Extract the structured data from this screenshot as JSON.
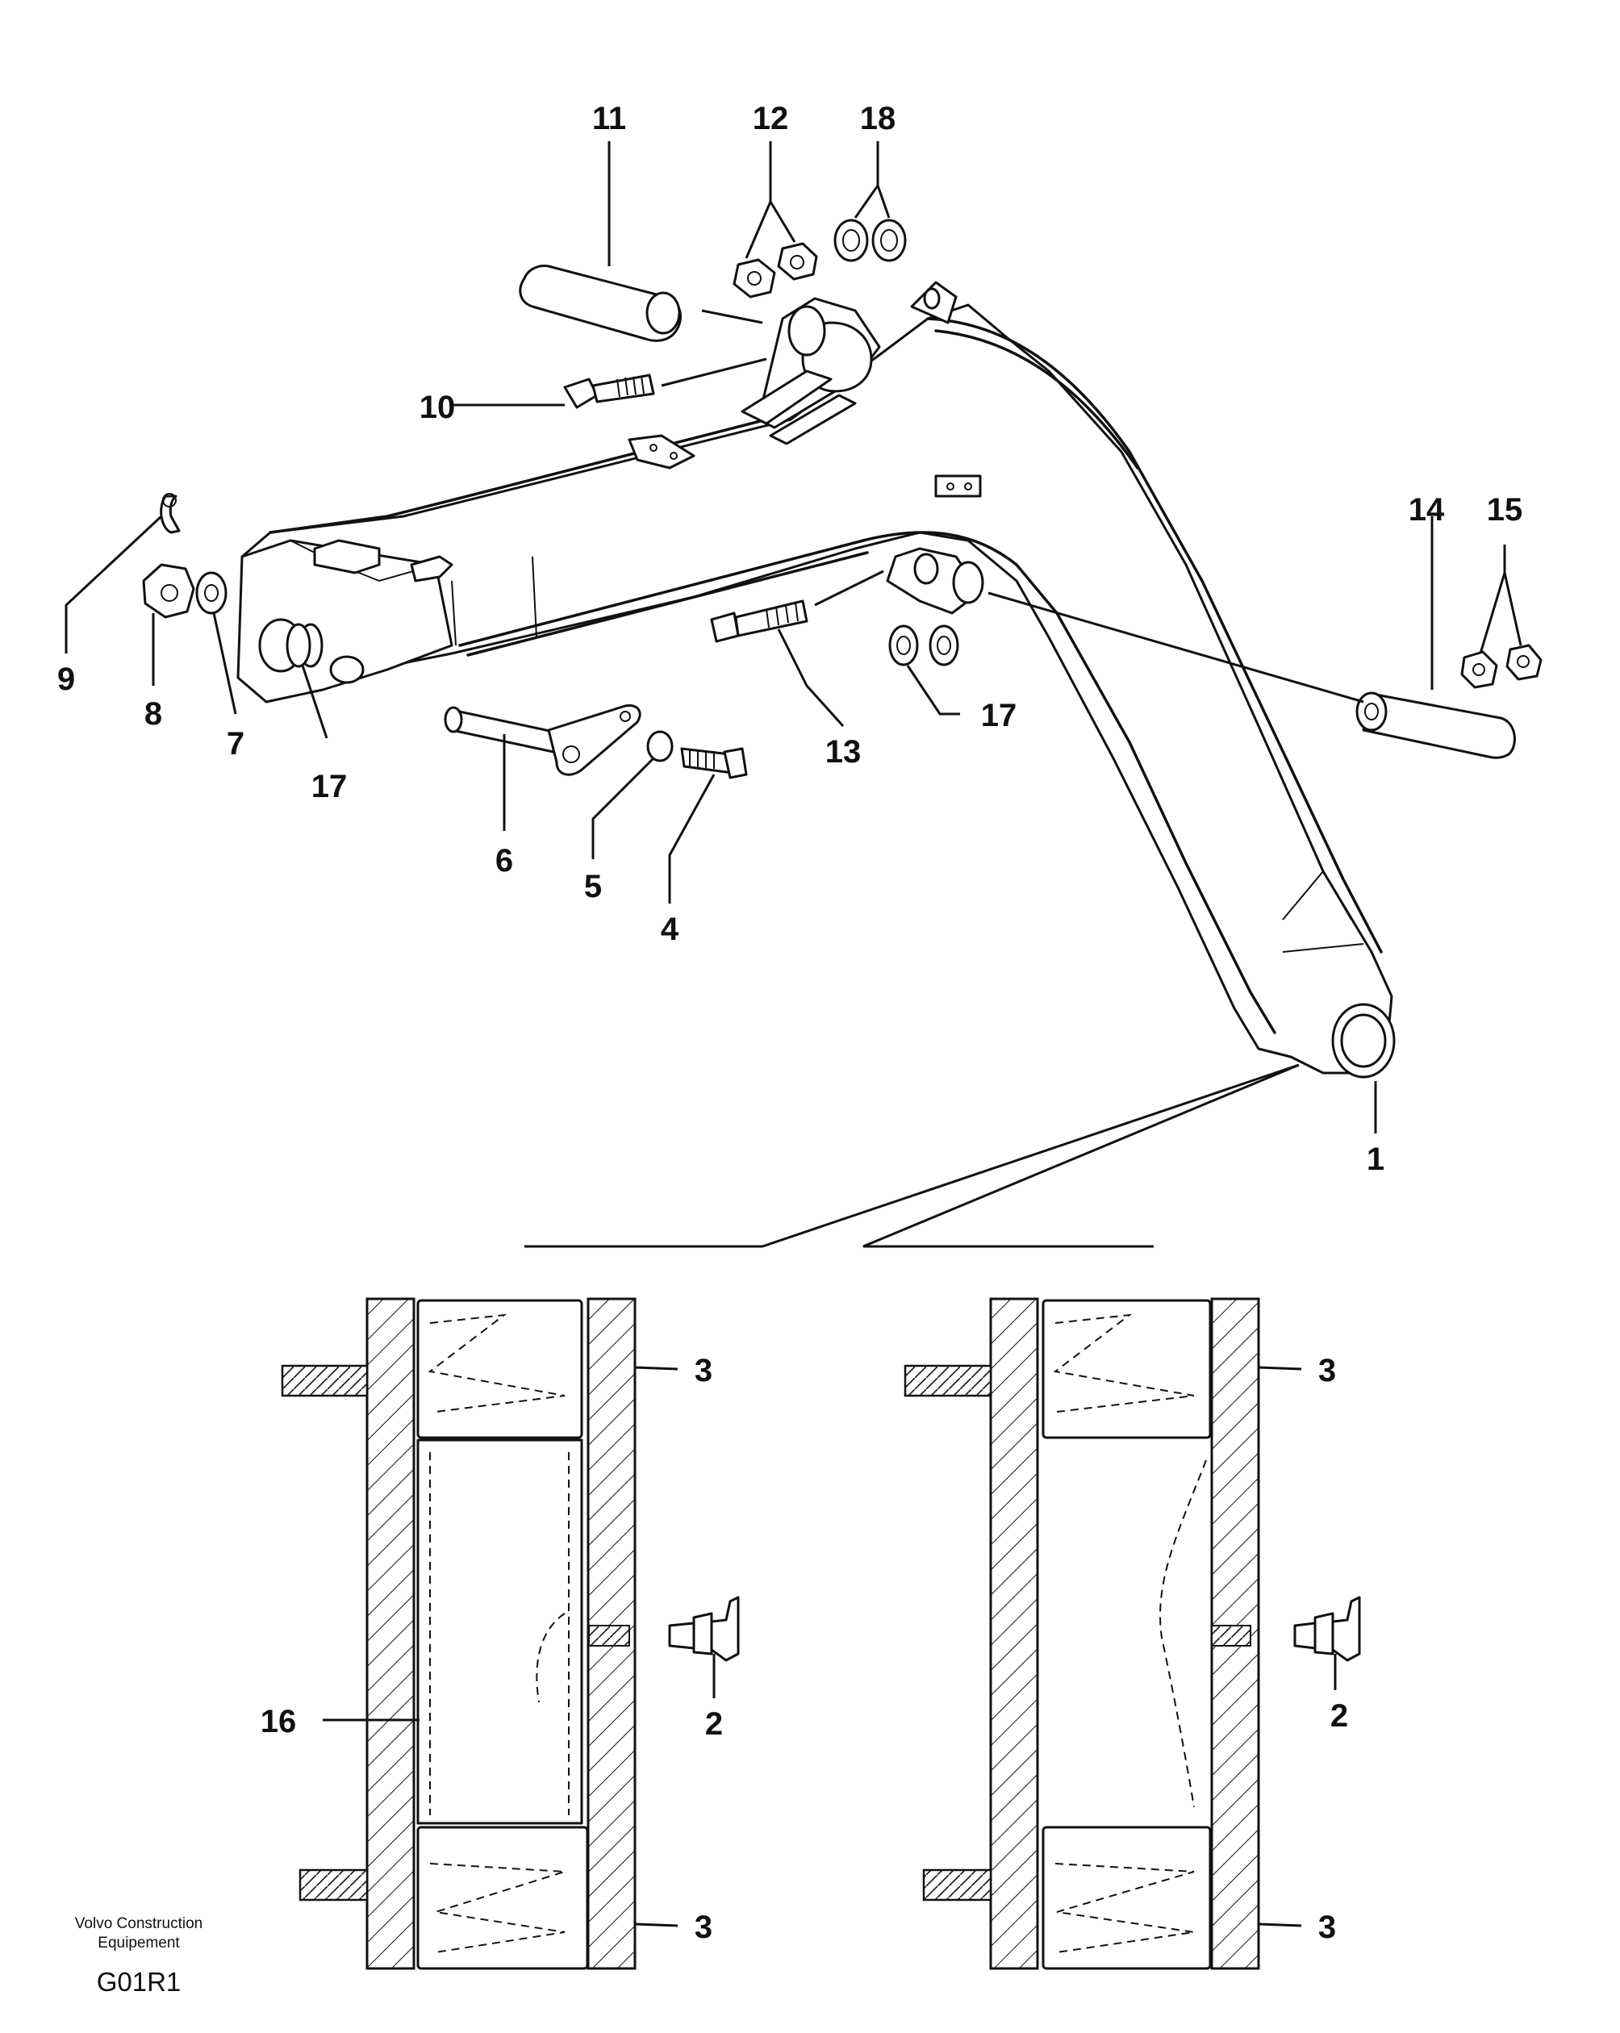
{
  "diagram": {
    "callouts": {
      "c1": "1",
      "c2a": "2",
      "c2b": "2",
      "c3a": "3",
      "c3b": "3",
      "c3c": "3",
      "c3d": "3",
      "c4": "4",
      "c5": "5",
      "c6": "6",
      "c7": "7",
      "c8": "8",
      "c9": "9",
      "c10": "10",
      "c11": "11",
      "c12": "12",
      "c13": "13",
      "c14": "14",
      "c15": "15",
      "c16": "16",
      "c17a": "17",
      "c17b": "17",
      "c18": "18"
    }
  },
  "footer": {
    "brand_line1": "Volvo Construction",
    "brand_line2": "Equipement",
    "code": "G01R1"
  }
}
